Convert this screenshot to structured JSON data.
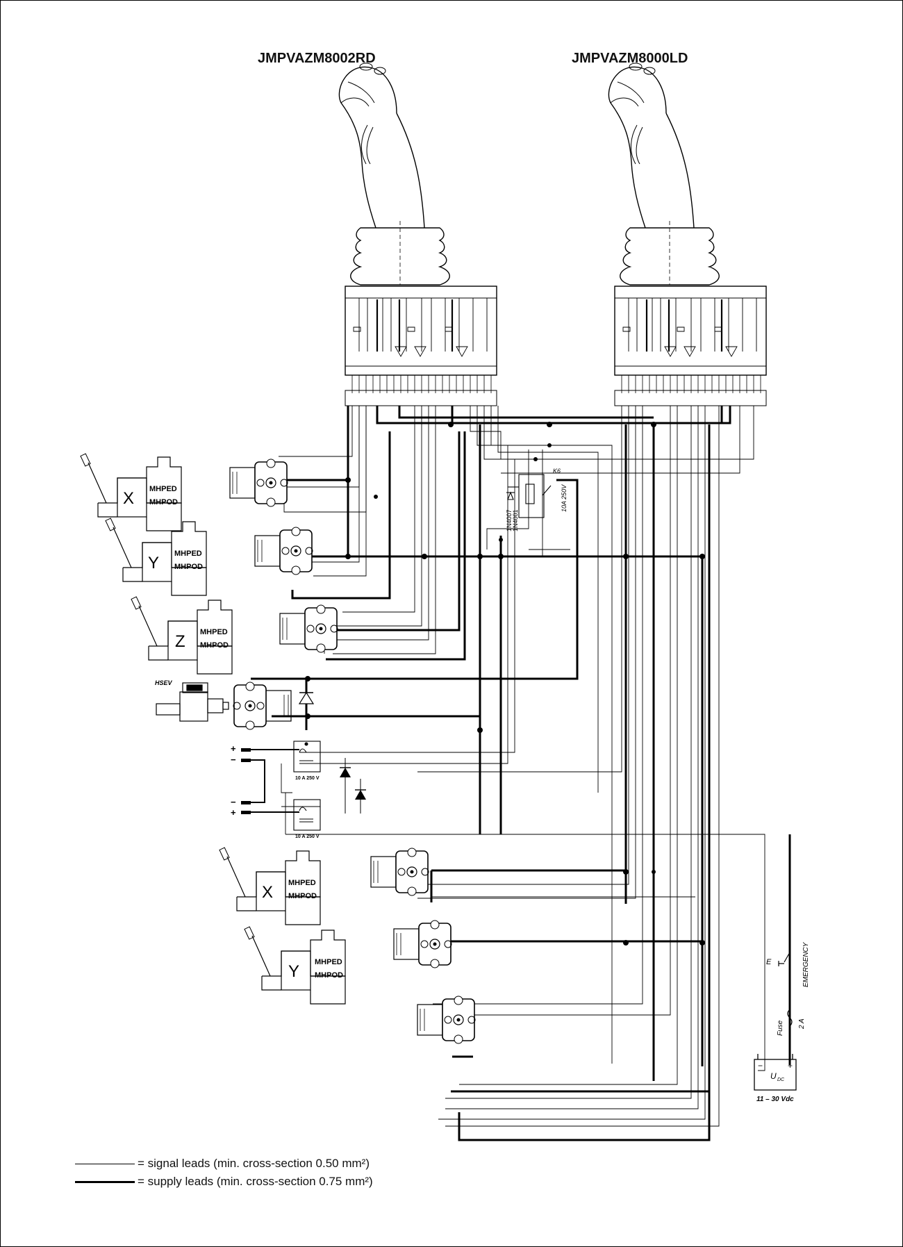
{
  "joysticks": [
    {
      "model": "JMPVAZM8002RD"
    },
    {
      "model": "JMPVAZM8000LD"
    }
  ],
  "valves": {
    "label_top": "MHPED",
    "label_bottom": "MHPOD",
    "left_group": [
      "X",
      "Y",
      "Z"
    ],
    "right_group": [
      "X",
      "Y"
    ],
    "hsev_label": "HSEV"
  },
  "relay_k6": {
    "name": "K6",
    "rating": "10A 250V",
    "diode_top": "1N4007",
    "diode_bottom": "1N4001"
  },
  "relays_rating": "10 A 250 V",
  "terminals_pm": [
    "+",
    "−",
    "−",
    "+"
  ],
  "supply": {
    "emergency_label": "EMERGENCY",
    "e_label": "E",
    "fuse_label": "Fuse",
    "fuse_rating": "2 A",
    "battery_label": "U",
    "battery_sub": "DC",
    "battery_minus": "−",
    "battery_plus": "+",
    "battery_range": "11 – 30 Vdc"
  },
  "legend": {
    "signal": "= signal leads (min. cross-section 0.50 mm²)",
    "supply": "= supply leads (min. cross-section 0.75 mm²)"
  }
}
